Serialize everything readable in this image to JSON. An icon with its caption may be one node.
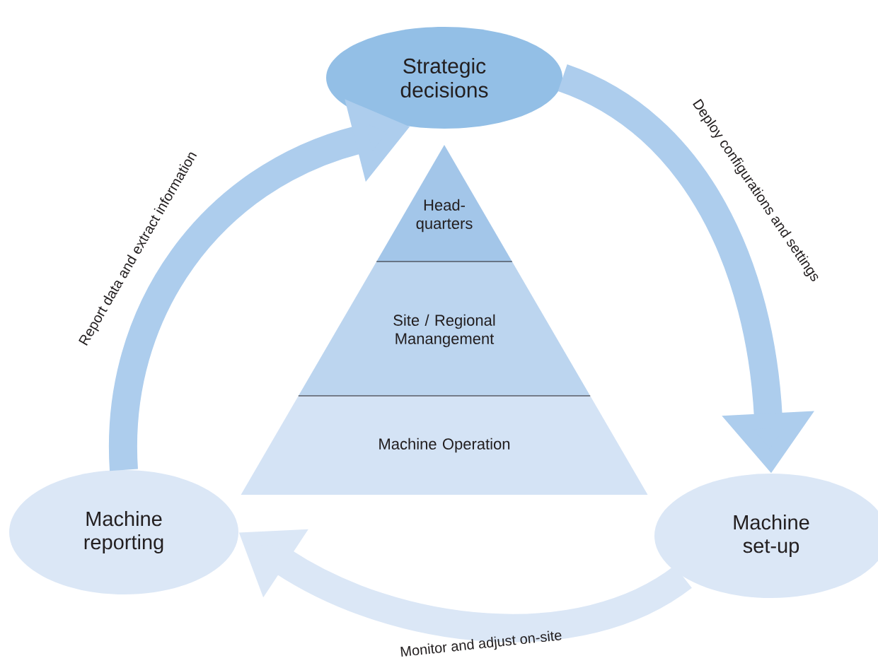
{
  "diagram": {
    "nodes": [
      {
        "text": [
          "Strategic decisions"
        ]
      },
      {
        "text": [
          "Head- quarters"
        ]
      },
      {
        "text": [
          "Site / Regional Manangement"
        ]
      },
      {
        "text": [
          "Machine Operation"
        ]
      },
      {
        "text": [
          "Machine reporting"
        ]
      },
      {
        "text": [
          "Machine set-up"
        ]
      }
    ],
    "edges": [
      {
        "from": 0,
        "to": 5,
        "arrow": "to",
        "label": "Deploy configurations and settings"
      },
      {
        "from": 5,
        "to": 4,
        "arrow": "to",
        "label": "Monitor and adjust on-site",
        "color": "#dbe7f6"
      },
      {
        "from": 4,
        "to": 0,
        "arrow": "to",
        "label": "Report data and extract information"
      }
    ]
  }
}
